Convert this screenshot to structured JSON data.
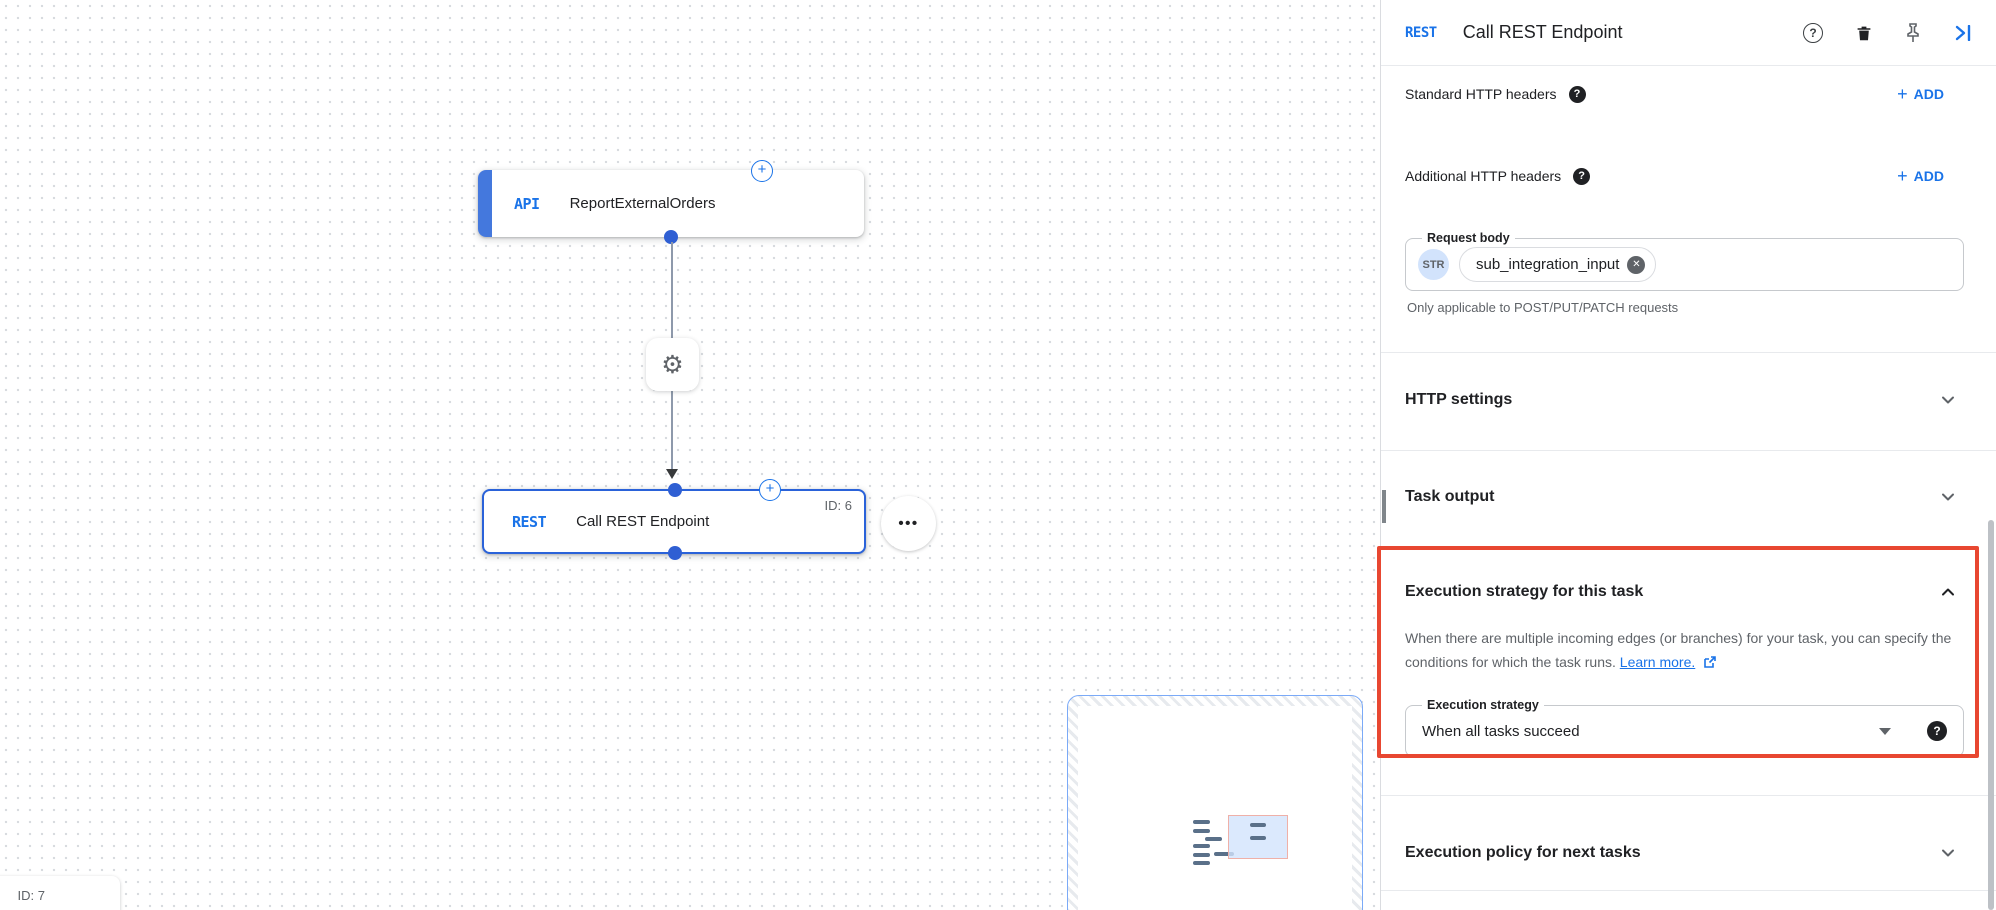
{
  "icons": {
    "help": "?",
    "plus": "+",
    "gear": "⚙",
    "more": "•••",
    "close": "✕"
  },
  "canvas": {
    "nodes": [
      {
        "badge": "API",
        "label": "ReportExternalOrders"
      },
      {
        "badge": "REST",
        "label": "Call REST Endpoint",
        "id_label": "ID: 6"
      }
    ],
    "partial_node_id": "ID: 7"
  },
  "panel": {
    "header": {
      "badge": "REST",
      "title": "Call REST Endpoint"
    },
    "add_label": "ADD",
    "rows": [
      {
        "label": "Standard HTTP headers"
      },
      {
        "label": "Additional HTTP headers"
      }
    ],
    "request_body": {
      "label": "Request body",
      "type_chip": "STR",
      "value": "sub_integration_input",
      "helper": "Only applicable to POST/PUT/PATCH requests"
    },
    "sections": {
      "http_settings": {
        "title": "HTTP settings"
      },
      "task_output": {
        "title": "Task output"
      },
      "execution_strategy": {
        "title": "Execution strategy for this task",
        "description": "When there are multiple incoming edges (or branches) for your task, you can specify the conditions for which the task runs.",
        "link": "Learn more.",
        "field_label": "Execution strategy",
        "field_value": "When all tasks succeed"
      },
      "execution_policy": {
        "title": "Execution policy for next tasks"
      }
    }
  },
  "colors": {
    "accent_blue": "#1a73e8",
    "node_border_blue": "#2a62d9",
    "highlight_red": "#e84731",
    "chip_bg": "#d2e3fc",
    "text_primary": "#202124",
    "text_secondary": "#5f6368"
  }
}
